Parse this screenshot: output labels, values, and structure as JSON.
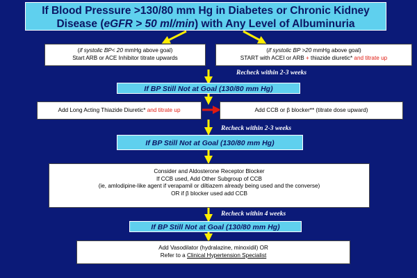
{
  "title": {
    "line1": "If Blood Pressure >130/80 mm Hg in Diabetes or Chronic Kidney",
    "line2_pre": "Disease (",
    "line2_egfr": "eGFR > 50 ml/min",
    "line2_post": ") with Any Level of Albuminuria"
  },
  "left_start": {
    "cond_open": "(",
    "cond_italic": "if systolic BP< 20",
    "cond_rest": " mmHg above goal)",
    "action": "Start ARB or ACE Inhibitor titrate upwards"
  },
  "right_start": {
    "cond_open": "(",
    "cond_italic": "if systolic BP >20",
    "cond_rest": " mmHg above goal)",
    "action": "START with ACEI or ARB ",
    "plus": "+",
    "action2": " thiazide diuretic* ",
    "titrate": "and titrate up"
  },
  "recheck1": "Recheck within 2-3 weeks",
  "goal1": "If BP Still Not at Goal (130/80 mm Hg)",
  "thiazide": {
    "text": "Add Long Acting Thiazide Diuretic* ",
    "titrate": "and titrate up"
  },
  "ccb": {
    "text": "Add CCB or β blocker** (titrate dose upward)"
  },
  "recheck2": "Recheck within 2-3 weeks",
  "goal2": "If BP Still Not at Goal (130/80 mm Hg)",
  "aldo": {
    "line1": "Consider and Aldosterone Receptor Blocker",
    "line2": "If CCB used, Add Other Subgroup of CCB",
    "line3": "(ie, amlodipine-like agent if verapamil or diltiazem already being used and the converse)",
    "line4": "OR if β blocker used add CCB"
  },
  "recheck3": "Recheck within 4 weeks",
  "goal3": "If BP Still Not at Goal (130/80 mm Hg)",
  "final": {
    "line1": "Add Vasodilator (hydralazine, minoxidil) OR",
    "line2_pre": "Refer to a ",
    "line2_link": "Clinical Hypertension Specialist"
  },
  "colors": {
    "background": "#0b1a78",
    "goal_box": "#5fd0ee",
    "arrow": "#ffee00",
    "emphasis": "#e01a10"
  }
}
